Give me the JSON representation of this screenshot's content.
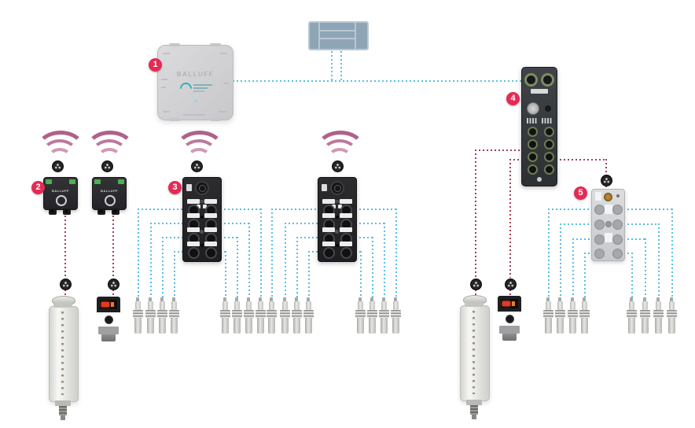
{
  "brand": "BALLUFF",
  "badges": [
    "1",
    "2",
    "3",
    "4",
    "5"
  ],
  "colors": {
    "background": "#ffffff",
    "network_line_blue": "#58c0e4",
    "iolink_line_red": "#a63f52",
    "badge_red": "#e32b54",
    "wireless_signal_pink": "#b0618a",
    "plc_fill_blue_gray": "#8ea5b6",
    "status_green": "#4bb24e",
    "iolink_wireless_logo_teal": "#2fb3b8"
  },
  "icons": [
    "wireless-signal-icon",
    "antenna-dot-icon",
    "connector-icon",
    "plc-block-icon"
  ],
  "components": {
    "plc_blocks": 1,
    "wireless_master_units": 1,
    "wireless_bridge_units": 2,
    "wireless_hub_8port_units": 2,
    "fieldbus_master_units": 1,
    "sensor_hub_units": 1,
    "m8_sensors": 24,
    "cylinder_transducers": 2,
    "display_sensors": 2,
    "wireless_signal_symbols": 4,
    "inline_connector_symbols": 5
  }
}
